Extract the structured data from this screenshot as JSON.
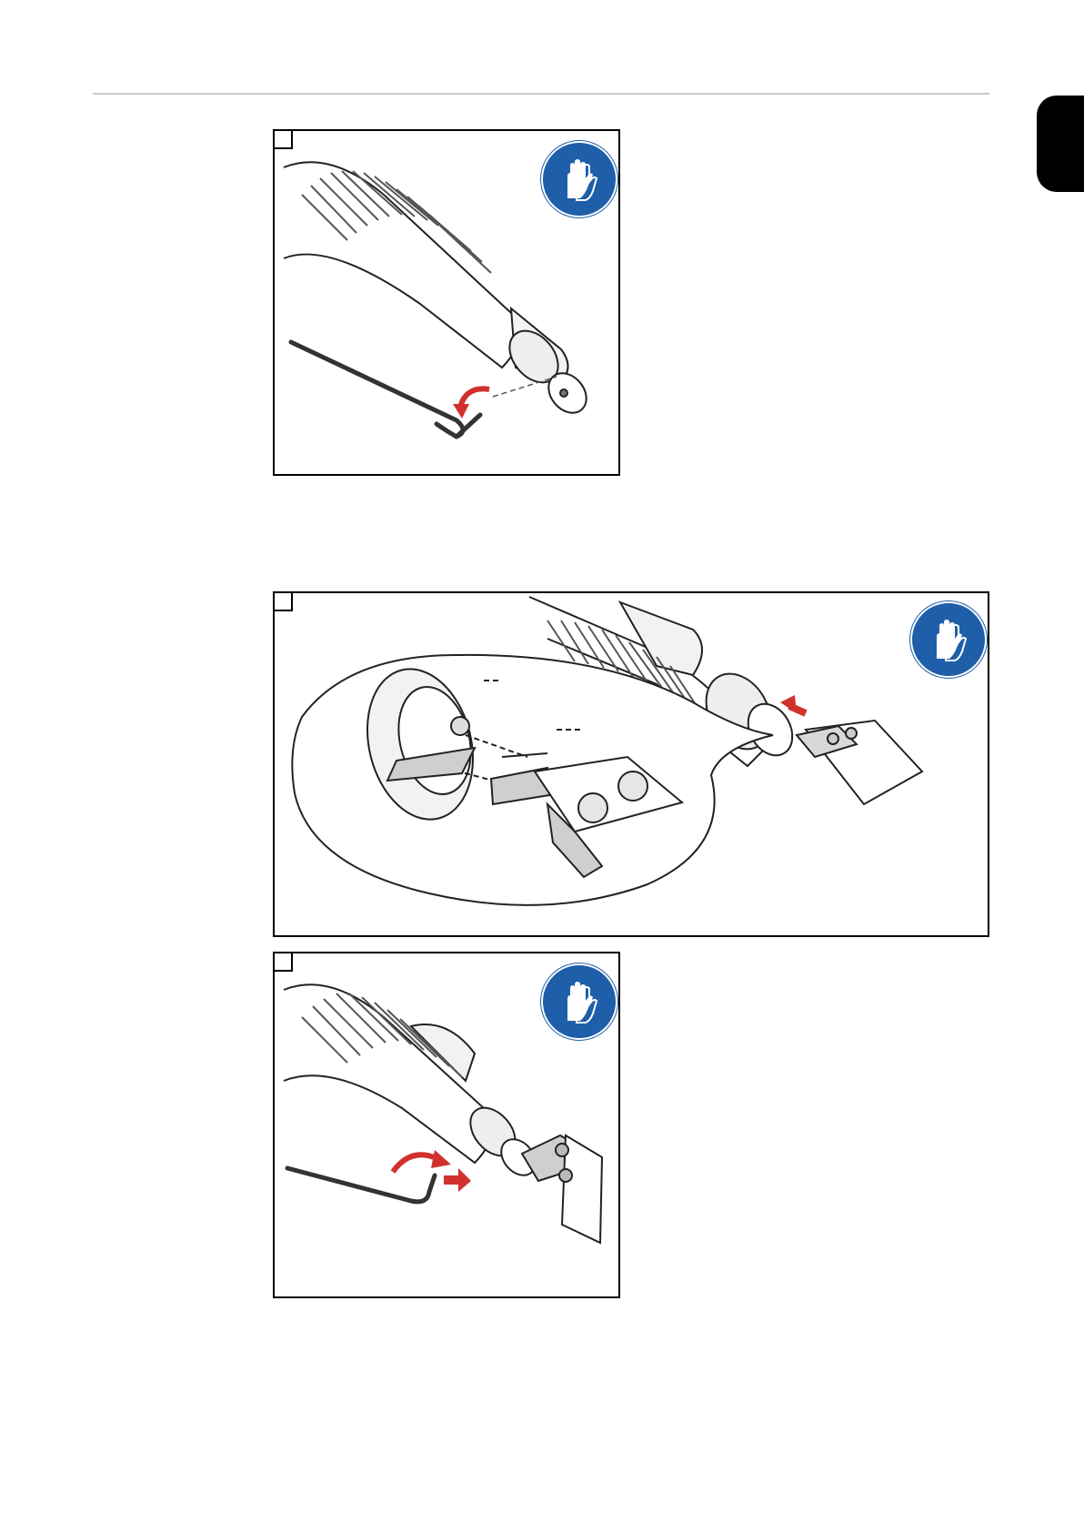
{
  "page": {
    "header_rule": "",
    "side_tab": ""
  },
  "figures": [
    {
      "id": "fig1",
      "step_number": "",
      "icon": "protective-gloves-icon",
      "depicts": "hex-key-loosening-screw"
    },
    {
      "id": "fig2",
      "step_number": "",
      "icon": "protective-gloves-icon",
      "depicts": "inserting-blade-detail"
    },
    {
      "id": "fig3",
      "step_number": "",
      "icon": "protective-gloves-icon",
      "depicts": "hex-key-tightening-screw"
    }
  ],
  "colors": {
    "ppe_blue": "#1f5ea8",
    "arrow_red": "#d0312d",
    "tab_black": "#000000"
  }
}
